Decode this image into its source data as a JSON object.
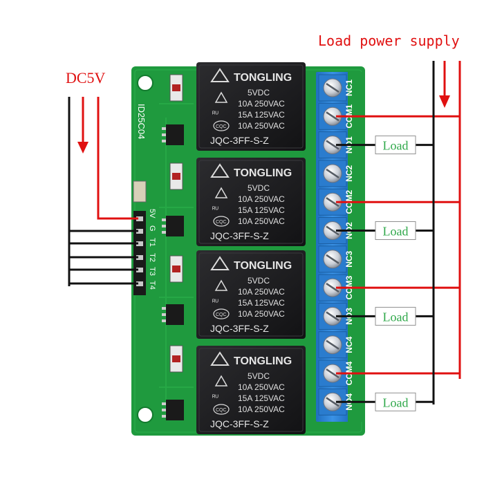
{
  "labels": {
    "supply": "DC5V",
    "load_power": "Load power supply",
    "board_id": "ID25C04",
    "input_pins": [
      "5V",
      "G",
      "T1",
      "T2",
      "T3",
      "T4"
    ]
  },
  "relays": [
    {
      "brand": "TONGLING",
      "coil": "5VDC",
      "rating1": "10A 250VAC",
      "rating2": "15A 125VAC",
      "rating3": "10A 250VAC",
      "cert": "CQC",
      "model": "JQC-3FF-S-Z"
    },
    {
      "brand": "TONGLING",
      "coil": "5VDC",
      "rating1": "10A 250VAC",
      "rating2": "15A 125VAC",
      "rating3": "10A 250VAC",
      "cert": "CQC",
      "model": "JQC-3FF-S-Z"
    },
    {
      "brand": "TONGLING",
      "coil": "5VDC",
      "rating1": "10A 250VAC",
      "rating2": "15A 125VAC",
      "rating3": "10A 250VAC",
      "cert": "CQC",
      "model": "JQC-3FF-S-Z"
    },
    {
      "brand": "TONGLING",
      "coil": "5VDC",
      "rating1": "10A 250VAC",
      "rating2": "15A 125VAC",
      "rating3": "10A 250VAC",
      "cert": "CQC",
      "model": "JQC-3FF-S-Z"
    }
  ],
  "terminals": [
    "NC1",
    "COM1",
    "NO1",
    "NC2",
    "COM2",
    "NO2",
    "NC3",
    "COM3",
    "NO3",
    "NC4",
    "COM4",
    "NO4"
  ],
  "loads": [
    "Load",
    "Load",
    "Load",
    "Load"
  ],
  "colors": {
    "pcb": "#1f9a3e",
    "pcb_dark": "#137a2e",
    "relay": "#1e1e20",
    "terminal_block": "#2f86d8",
    "wire_red": "#e01010",
    "wire_black": "#111111",
    "label_red": "#e01010",
    "load_text": "#2fa84a"
  }
}
